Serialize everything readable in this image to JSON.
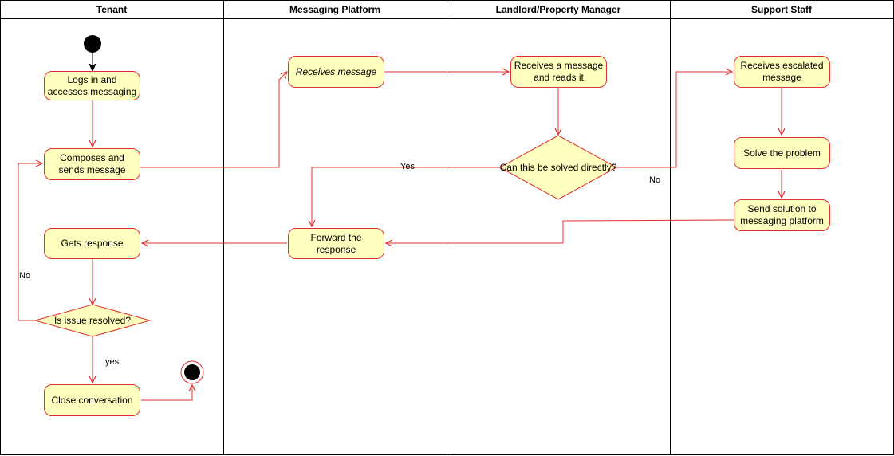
{
  "lanes": [
    "Tenant",
    "Messaging Platform",
    "Landlord/Property Manager",
    "Support Staff"
  ],
  "nodes": {
    "login": "Logs in and accesses messaging",
    "compose": "Composes and sends message",
    "gets_response": "Gets response",
    "is_resolved": "Is issue resolved?",
    "close": "Close conversation",
    "receives": "Receives message",
    "forward": "Forward the response",
    "landlord_receives": "Receives a message and reads it",
    "solved_directly": "Can this be solved directly?",
    "support_receives": "Receives escalated message",
    "solve": "Solve the problem",
    "send_solution": "Send solution to messaging platform"
  },
  "edge_labels": {
    "yes_landlord": "Yes",
    "no_landlord": "No",
    "no_tenant": "No",
    "yes_tenant": "yes"
  },
  "colors": {
    "node_fill": "#ffffc0",
    "stroke": "#e0302f"
  }
}
